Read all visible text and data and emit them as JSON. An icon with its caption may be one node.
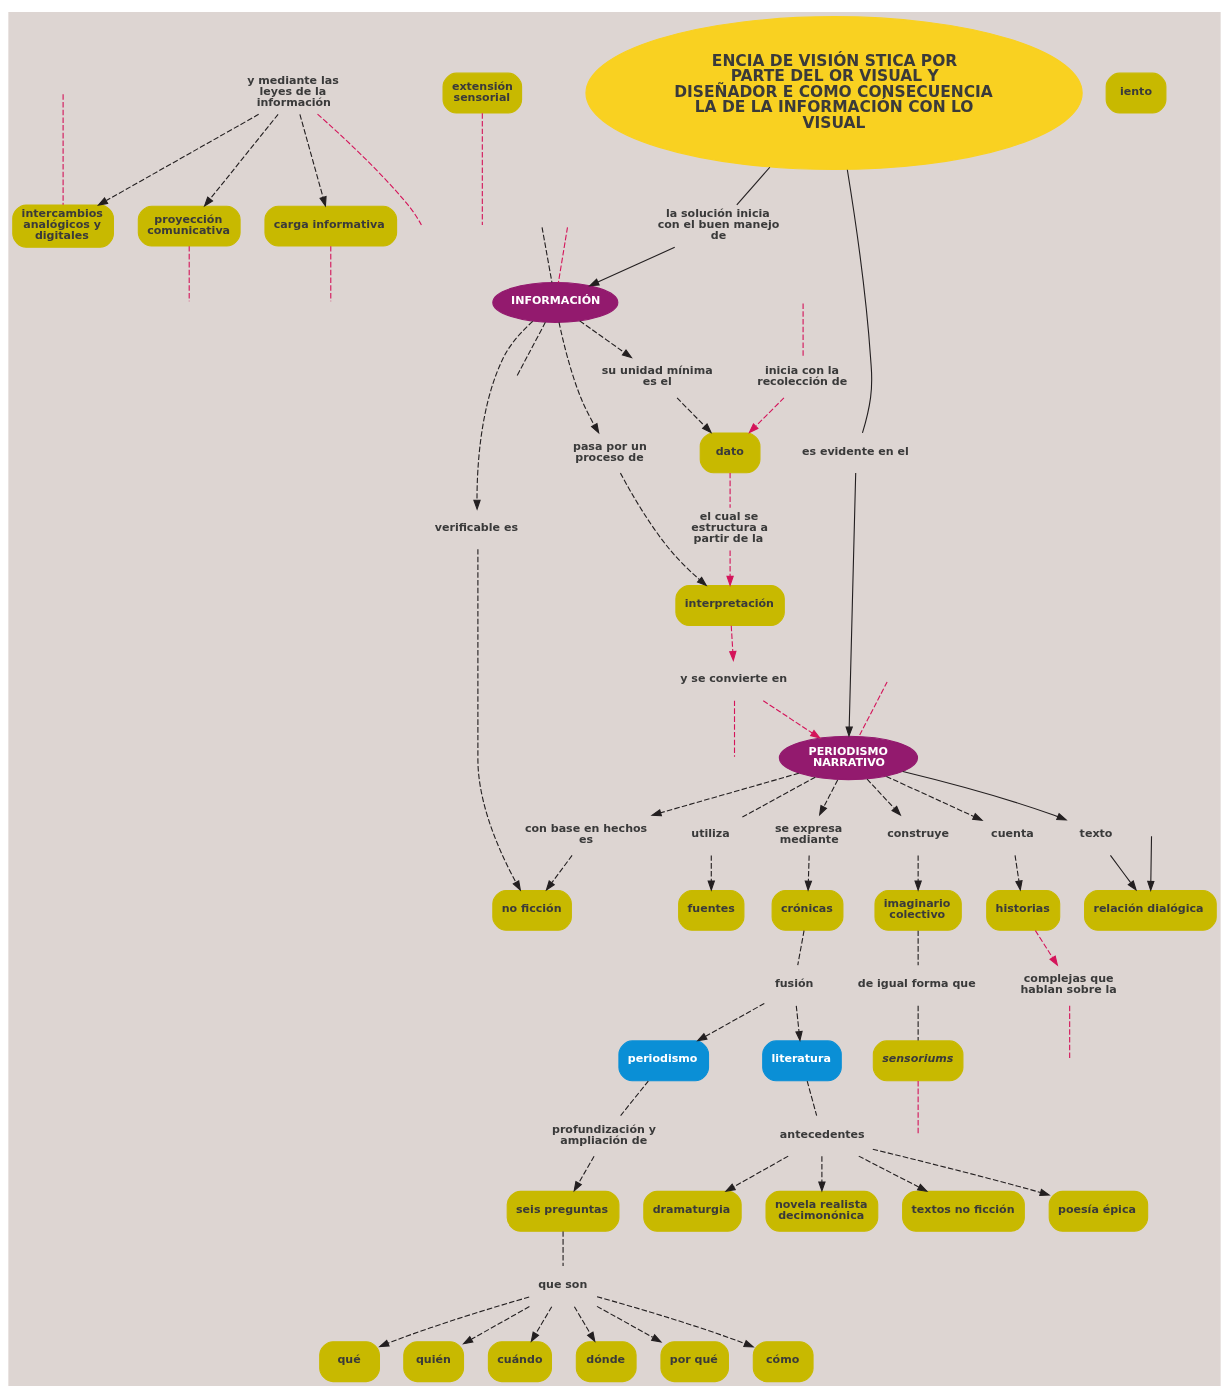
{
  "diagram": {
    "nodes": [
      {
        "text": [
          "intercambios analógicos y digitales"
        ]
      },
      {
        "text": [
          "proyección comunicativa"
        ]
      },
      {
        "text": [
          "carga informativa"
        ]
      },
      {
        "text": [
          "y mediante las leyes de la información"
        ]
      },
      {
        "text": [
          "extensión sensorial"
        ]
      },
      {
        "text": [
          "inicia con la recolección de"
        ]
      },
      {
        "text": [
          "dato"
        ]
      },
      {
        "text": [
          "el cual se estructura a partir de la"
        ]
      },
      {
        "text": [
          "interpretación"
        ]
      },
      {
        "text": [
          "y se convierte en"
        ]
      },
      {
        "text": [
          "su unidad mínima es el"
        ]
      },
      {
        "text": [
          "INFORMACIÓN"
        ]
      },
      {
        "text": [
          "pasa por un proceso de"
        ]
      },
      {
        "text": [
          "verificable es"
        ]
      },
      {
        "text": [
          "la solución inicia con el buen manejo de"
        ]
      },
      {
        "text": [
          "no ficción"
        ]
      },
      {
        "text": [
          "ENCIA DE VISIÓN STICA POR PARTE DEL OR VISUAL Y DISEÑADOR E COMO CONSECUENCIA LA DE LA INFORMACIÓN CON LO VISUAL"
        ]
      },
      {
        "text": [
          "con base en hechos es"
        ]
      },
      {
        "text": [
          "es evidente en el"
        ]
      },
      {
        "text": [
          "relación dialógica"
        ]
      },
      {
        "text": [
          "texto"
        ]
      },
      {
        "text": [
          "PERIODISMO NARRATIVO"
        ]
      },
      {
        "text": [
          "fuentes"
        ]
      },
      {
        "text": [
          "utiliza"
        ]
      },
      {
        "text": [
          "se expresa mediante"
        ]
      },
      {
        "text": [
          "crónicas"
        ]
      },
      {
        "text": [
          "fusión"
        ]
      },
      {
        "text": [
          "periodismo"
        ]
      },
      {
        "text": [
          "literatura"
        ]
      },
      {
        "text": [
          "profundización y ampliación de"
        ]
      },
      {
        "text": [
          "seis preguntas"
        ]
      },
      {
        "text": [
          "que son"
        ]
      },
      {
        "text": [
          "qué"
        ]
      },
      {
        "text": [
          "quién"
        ]
      },
      {
        "text": [
          "cuándo"
        ]
      },
      {
        "text": [
          "dónde"
        ]
      },
      {
        "text": [
          "por qué"
        ]
      },
      {
        "text": [
          "cómo"
        ]
      },
      {
        "text": [
          "antecedentes"
        ]
      },
      {
        "text": [
          "poesía épica"
        ]
      },
      {
        "text": [
          "dramaturgia"
        ]
      },
      {
        "text": [
          "novela realista decimonónica"
        ]
      },
      {
        "text": [
          "textos no ficción"
        ]
      },
      {
        "text": [
          "construye"
        ]
      },
      {
        "text": [
          "imaginario colectivo"
        ]
      },
      {
        "text": [
          "de igual forma que"
        ]
      },
      {
        "text": [
          "sensoriums"
        ]
      },
      {
        "text": [
          "cuenta"
        ]
      },
      {
        "text": [
          "historias"
        ]
      },
      {
        "text": [
          "complejas que hablan sobre la"
        ]
      },
      {
        "text": [
          "iento"
        ]
      }
    ],
    "edges": [
      {
        "from": 3,
        "to": 0,
        "arrow": "to",
        "style": "dashed"
      },
      {
        "from": 3,
        "to": 1,
        "arrow": "to",
        "style": "dashed"
      },
      {
        "from": 3,
        "to": 2,
        "arrow": "to",
        "style": "dashed"
      },
      {
        "from": null,
        "to": 0,
        "arrow": "none",
        "style": "dashed",
        "color": "#d4145a"
      },
      {
        "from": 1,
        "to": null,
        "arrow": "none",
        "style": "dashed",
        "color": "#d4145a"
      },
      {
        "from": 2,
        "to": null,
        "arrow": "none",
        "style": "dashed",
        "color": "#d4145a"
      },
      {
        "from": 4,
        "to": null,
        "arrow": "none",
        "style": "dashed",
        "color": "#d4145a"
      },
      {
        "from": 3,
        "to": null,
        "arrow": "none",
        "style": "dashed",
        "color": "#d4145a"
      },
      {
        "from": null,
        "to": 5,
        "arrow": "none",
        "style": "dashed",
        "color": "#d4145a"
      },
      {
        "from": 5,
        "to": 6,
        "arrow": "to",
        "style": "dashed",
        "color": "#d4145a"
      },
      {
        "from": 6,
        "to": 7,
        "arrow": "none",
        "style": "dashed",
        "color": "#d4145a"
      },
      {
        "from": 7,
        "to": 8,
        "arrow": "to",
        "style": "dashed",
        "color": "#d4145a"
      },
      {
        "from": 8,
        "to": 9,
        "arrow": "to",
        "style": "dashed",
        "color": "#d4145a"
      },
      {
        "from": 9,
        "to": null,
        "arrow": "none",
        "style": "dashed",
        "color": "#d4145a"
      },
      {
        "from": 9,
        "to": 21,
        "arrow": "to",
        "style": "dashed",
        "color": "#d4145a"
      },
      {
        "from": 10,
        "to": 6,
        "arrow": "to",
        "style": "dashed"
      },
      {
        "from": 11,
        "to": 10,
        "arrow": "to",
        "style": "dashed"
      },
      {
        "from": 11,
        "to": 12,
        "arrow": "to",
        "style": "dashed"
      },
      {
        "from": 12,
        "to": 8,
        "arrow": "to",
        "style": "dashed"
      },
      {
        "from": 11,
        "to": 13,
        "arrow": "to",
        "style": "dashed"
      },
      {
        "from": 13,
        "to": 15,
        "arrow": "to",
        "style": "dashed"
      },
      {
        "from": 16,
        "to": 14,
        "arrow": "none"
      },
      {
        "from": 14,
        "to": 11,
        "arrow": "to"
      },
      {
        "from": 21,
        "to": 17,
        "arrow": "to",
        "style": "dashed"
      },
      {
        "from": 17,
        "to": 15,
        "arrow": "to",
        "style": "dashed"
      },
      {
        "from": 16,
        "to": 18,
        "arrow": "none"
      },
      {
        "from": 18,
        "to": 21,
        "arrow": "to"
      },
      {
        "from": 21,
        "to": 20,
        "arrow": "to"
      },
      {
        "from": 20,
        "to": 19,
        "arrow": "to"
      },
      {
        "from": null,
        "to": 19,
        "arrow": "to"
      },
      {
        "from": null,
        "to": 21,
        "arrow": "none",
        "style": "dashed",
        "color": "#d4145a"
      },
      {
        "from": null,
        "to": 11,
        "arrow": "none",
        "style": "dashed"
      },
      {
        "from": 11,
        "to": null,
        "arrow": "none",
        "style": "dashed"
      },
      {
        "from": null,
        "to": 11,
        "arrow": "none",
        "style": "dashed",
        "color": "#d4145a"
      },
      {
        "from": 21,
        "to": 23,
        "arrow": "none",
        "style": "dashed"
      },
      {
        "from": 23,
        "to": 22,
        "arrow": "to",
        "style": "dashed"
      },
      {
        "from": 21,
        "to": 24,
        "arrow": "to",
        "style": "dashed"
      },
      {
        "from": 24,
        "to": 25,
        "arrow": "to",
        "style": "dashed"
      },
      {
        "from": 25,
        "to": 26,
        "arrow": "none",
        "style": "dashed"
      },
      {
        "from": 26,
        "to": 27,
        "arrow": "to",
        "style": "dashed"
      },
      {
        "from": 26,
        "to": 28,
        "arrow": "to",
        "style": "dashed"
      },
      {
        "from": 27,
        "to": 29,
        "arrow": "none",
        "style": "dashed"
      },
      {
        "from": 29,
        "to": 30,
        "arrow": "to",
        "style": "dashed"
      },
      {
        "from": 30,
        "to": 31,
        "arrow": "none",
        "style": "dashed"
      },
      {
        "from": 31,
        "to": 32,
        "arrow": "to",
        "style": "dashed"
      },
      {
        "from": 31,
        "to": 33,
        "arrow": "to",
        "style": "dashed"
      },
      {
        "from": 31,
        "to": 34,
        "arrow": "to",
        "style": "dashed"
      },
      {
        "from": 31,
        "to": 35,
        "arrow": "to",
        "style": "dashed"
      },
      {
        "from": 31,
        "to": 36,
        "arrow": "to",
        "style": "dashed"
      },
      {
        "from": 31,
        "to": 37,
        "arrow": "to",
        "style": "dashed"
      },
      {
        "from": 28,
        "to": 38,
        "arrow": "none",
        "style": "dashed"
      },
      {
        "from": 38,
        "to": 39,
        "arrow": "to",
        "style": "dashed"
      },
      {
        "from": 38,
        "to": 40,
        "arrow": "to",
        "style": "dashed"
      },
      {
        "from": 38,
        "to": 41,
        "arrow": "to",
        "style": "dashed"
      },
      {
        "from": 38,
        "to": 42,
        "arrow": "to",
        "style": "dashed"
      },
      {
        "from": 21,
        "to": 43,
        "arrow": "to",
        "style": "dashed"
      },
      {
        "from": 43,
        "to": 44,
        "arrow": "to",
        "style": "dashed"
      },
      {
        "from": 44,
        "to": 45,
        "arrow": "none",
        "style": "dashed"
      },
      {
        "from": 45,
        "to": 46,
        "arrow": "none",
        "style": "dashed"
      },
      {
        "from": 46,
        "to": null,
        "arrow": "none",
        "style": "dashed",
        "color": "#d4145a"
      },
      {
        "from": 21,
        "to": 47,
        "arrow": "to",
        "style": "dashed"
      },
      {
        "from": 47,
        "to": 48,
        "arrow": "to",
        "style": "dashed"
      },
      {
        "from": 48,
        "to": 49,
        "arrow": "to",
        "style": "dashed",
        "color": "#d4145a"
      },
      {
        "from": 49,
        "to": null,
        "arrow": "none",
        "style": "dashed",
        "color": "#d4145a"
      }
    ]
  }
}
